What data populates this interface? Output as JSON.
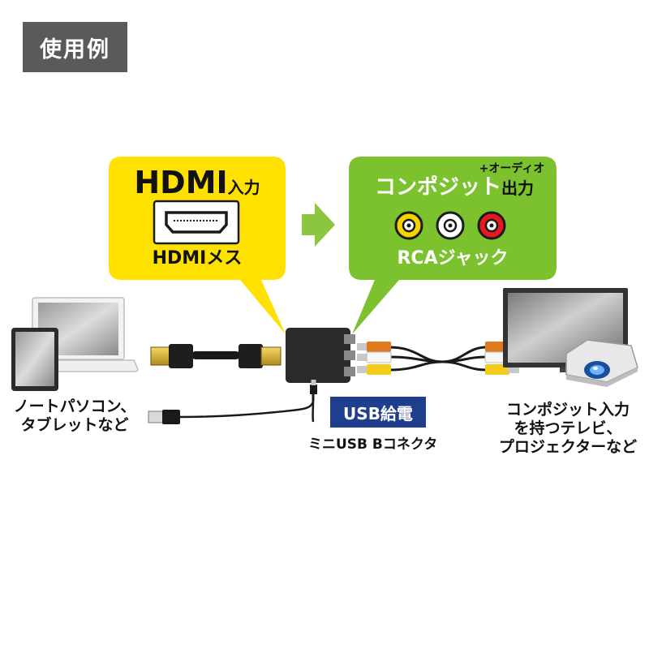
{
  "title": "使用例",
  "input_bubble": {
    "heading_main": "HDMI",
    "heading_sub": "入力",
    "connector_label": "HDMIメス",
    "color": "#ffe100"
  },
  "output_bubble": {
    "heading_main": "コンポジット",
    "heading_sub": "出力",
    "heading_extra": "+オーディオ",
    "connector_label": "RCAジャック",
    "color": "#7cc22e",
    "jack_colors": [
      "#f5d200",
      "#ffffff",
      "#e8191e"
    ]
  },
  "arrow_color": "#8cc63f",
  "labels": {
    "source_line1": "ノートパソコン、",
    "source_line2": "タブレットなど",
    "usb_power": "USB給電",
    "mini_usb": "ミニUSB Bコネクタ",
    "dest_line1": "コンポジット入力",
    "dest_line2": "を持つテレビ、",
    "dest_line3": "プロジェクターなど"
  },
  "icons": [
    "laptop-icon",
    "tablet-icon",
    "hdmi-cable-icon",
    "usb-cable-icon",
    "converter-box-icon",
    "rca-cable-icon",
    "tv-icon",
    "projector-icon",
    "hdmi-port-icon",
    "rca-jack-icon",
    "arrow-right-icon"
  ]
}
